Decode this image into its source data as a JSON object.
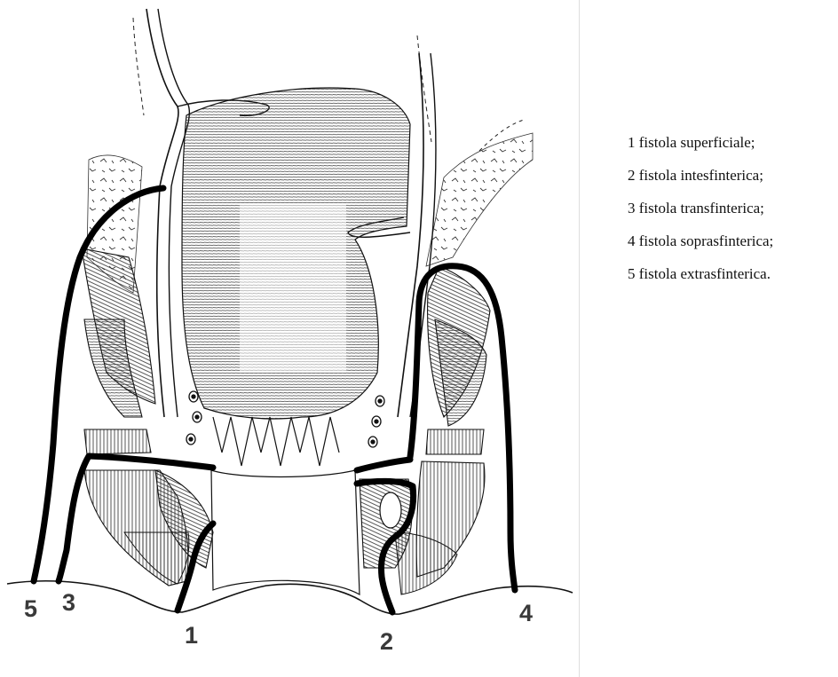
{
  "diagram": {
    "markers": [
      {
        "id": "5",
        "label": "5"
      },
      {
        "id": "3",
        "label": "3"
      },
      {
        "id": "1",
        "label": "1"
      },
      {
        "id": "2",
        "label": "2"
      },
      {
        "id": "4",
        "label": "4"
      }
    ]
  },
  "legend": {
    "items": [
      {
        "label": "1 fistola superficiale;"
      },
      {
        "label": "2 fistola intesfinterica;"
      },
      {
        "label": "3 fistola transfinterica;"
      },
      {
        "label": "4 fistola soprasfinterica;"
      },
      {
        "label": "5 fistola extrasfinterica."
      }
    ]
  }
}
